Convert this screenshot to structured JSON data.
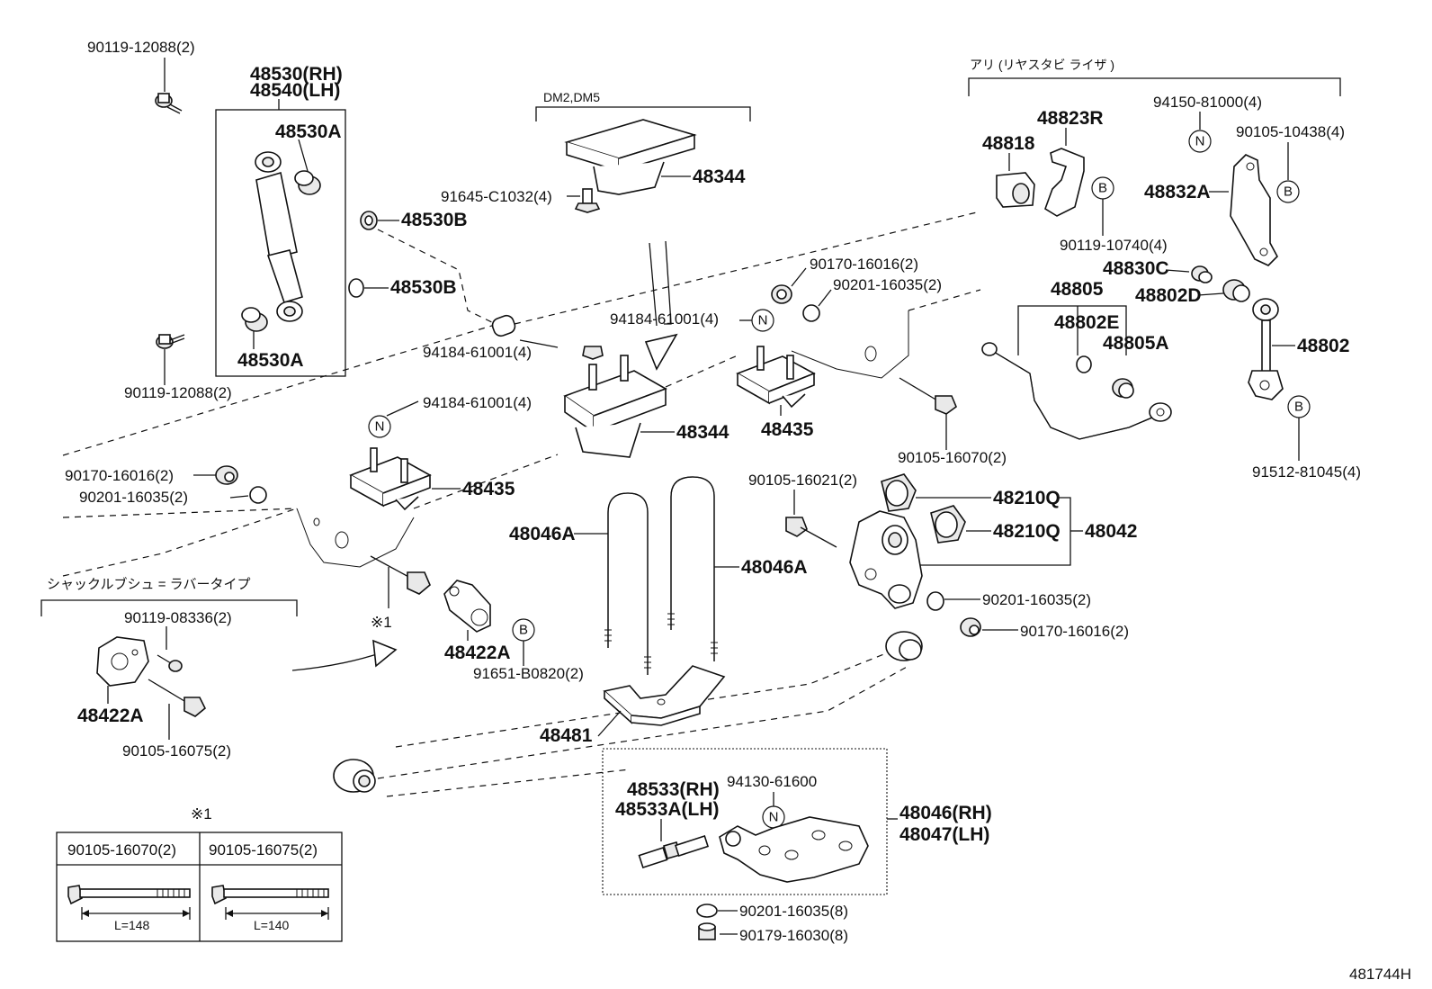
{
  "parts": {
    "p90119_12088_top": "90119-12088(2)",
    "p48530": "48530(RH)",
    "p48540": "48540(LH)",
    "p48530A_top": "48530A",
    "p48530A_bot": "48530A",
    "p48530B_1": "48530B",
    "p48530B_2": "48530B",
    "p90119_12088_bot": "90119-12088(2)",
    "dm_header": "DM2,DM5",
    "p48344_top": "48344",
    "p91645": "91645-C1032(4)",
    "p94184_a": "94184-61001(4)",
    "p94184_b": "94184-61001(4)",
    "p94184_c": "94184-61001(4)",
    "p90170_16016_a": "90170-16016(2)",
    "p90201_16035_a": "90201-16035(2)",
    "p48344_mid": "48344",
    "p48435_a": "48435",
    "p48435_b": "48435",
    "p90170_16016_b": "90170-16016(2)",
    "p90201_16035_b": "90201-16035(2)",
    "p90105_16070_a": "90105-16070(2)",
    "stab_header": "アリ (リヤスタビ ライザ )",
    "p48823R": "48823R",
    "p48818": "48818",
    "p94150": "94150-81000(4)",
    "p90105_10438": "90105-10438(4)",
    "p48832A": "48832A",
    "p90119_10740": "90119-10740(4)",
    "p48830C": "48830C",
    "p48805": "48805",
    "p48802D": "48802D",
    "p48802E": "48802E",
    "p48805A": "48805A",
    "p48802": "48802",
    "p91512": "91512-81045(4)",
    "p48046A_a": "48046A",
    "p48046A_b": "48046A",
    "p90105_16021": "90105-16021(2)",
    "p48210Q_a": "48210Q",
    "p48210Q_b": "48210Q",
    "p48042": "48042",
    "p90201_16035_c": "90201-16035(2)",
    "p90170_16016_c": "90170-16016(2)",
    "shackle_header": "シャックルブシュ = ラバータイプ",
    "p90119_08336": "90119-08336(2)",
    "p48422A_a": "48422A",
    "p48422A_b": "48422A",
    "p90105_16075": "90105-16075(2)",
    "note_mark": "※1",
    "p91651": "91651-B0820(2)",
    "p48481": "48481",
    "p48533": "48533(RH)",
    "p48533A": "48533A(LH)",
    "p94130": "94130-61600",
    "p48046": "48046(RH)",
    "p48047": "48047(LH)",
    "p90201_16035_8": "90201-16035(8)",
    "p90179": "90179-16030(8)",
    "footnote_mark": "※1",
    "table_col1": "90105-16070(2)",
    "table_col2": "90105-16075(2)",
    "table_len1": "L=148",
    "table_len2": "L=140",
    "diagram_id": "481744H"
  },
  "markers": {
    "N": "N",
    "B": "B"
  }
}
